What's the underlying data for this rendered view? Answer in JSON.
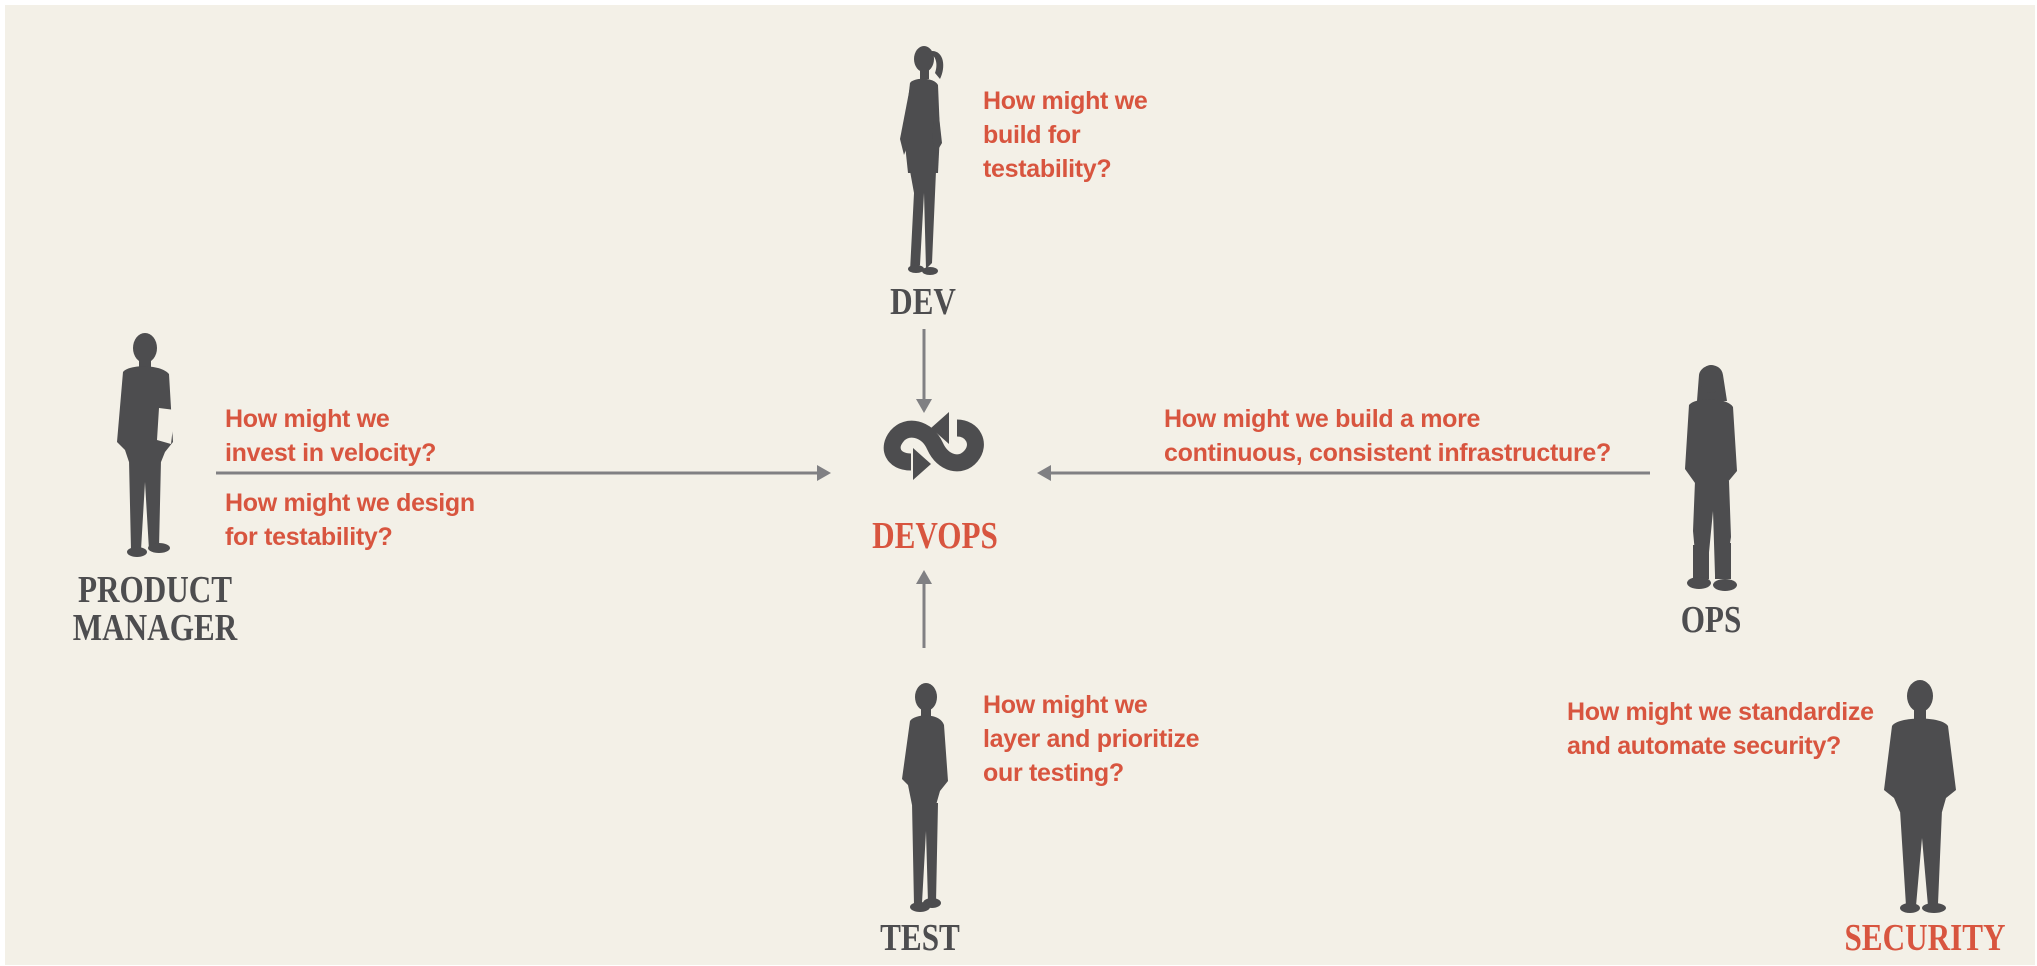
{
  "center": {
    "label": "DEVOPS",
    "icon": "devops-loop-icon"
  },
  "roles": {
    "dev": {
      "label": "DEV",
      "question": [
        "How might we",
        "build for",
        "testability?"
      ]
    },
    "product_manager": {
      "label": [
        "PRODUCT",
        "MANAGER"
      ],
      "question_top": [
        "How might we",
        "invest in velocity?"
      ],
      "question_bottom": [
        "How might we design",
        "for testability?"
      ]
    },
    "ops": {
      "label": "OPS",
      "question": [
        "How might we build a more",
        "continuous, consistent infrastructure?"
      ]
    },
    "test": {
      "label": "TEST",
      "question": [
        "How might we",
        "layer and prioritize",
        "our testing?"
      ]
    },
    "security": {
      "label": "SECURITY",
      "question": [
        "How might we standardize",
        "and automate security?"
      ]
    }
  },
  "colors": {
    "background": "#f3f0e7",
    "accent": "#d8553f",
    "figure": "#4d4d4f",
    "arrow": "#808083"
  }
}
